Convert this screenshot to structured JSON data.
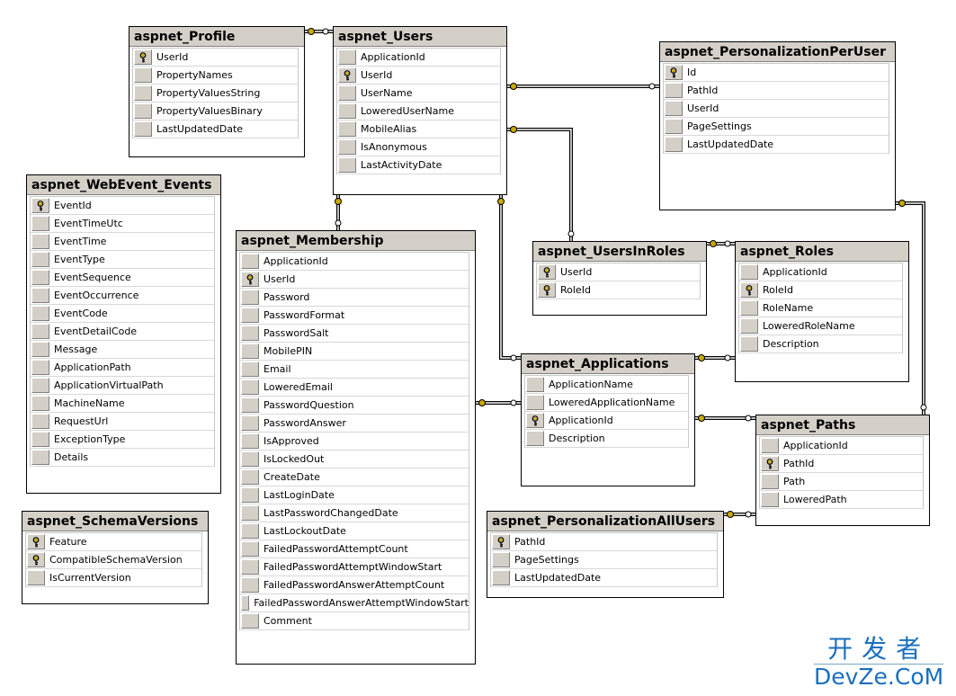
{
  "tables": [
    {
      "name": "aspnet_Profile",
      "columns": [
        {
          "name": "UserId",
          "key": true
        },
        {
          "name": "PropertyNames"
        },
        {
          "name": "PropertyValuesString"
        },
        {
          "name": "PropertyValuesBinary"
        },
        {
          "name": "LastUpdatedDate"
        }
      ]
    },
    {
      "name": "aspnet_Users",
      "columns": [
        {
          "name": "ApplicationId"
        },
        {
          "name": "UserId",
          "key": true
        },
        {
          "name": "UserName"
        },
        {
          "name": "LoweredUserName"
        },
        {
          "name": "MobileAlias"
        },
        {
          "name": "IsAnonymous"
        },
        {
          "name": "LastActivityDate"
        }
      ]
    },
    {
      "name": "aspnet_PersonalizationPerUser",
      "columns": [
        {
          "name": "Id",
          "key": true
        },
        {
          "name": "PathId"
        },
        {
          "name": "UserId"
        },
        {
          "name": "PageSettings"
        },
        {
          "name": "LastUpdatedDate"
        }
      ]
    },
    {
      "name": "aspnet_WebEvent_Events",
      "columns": [
        {
          "name": "EventId",
          "key": true
        },
        {
          "name": "EventTimeUtc"
        },
        {
          "name": "EventTime"
        },
        {
          "name": "EventType"
        },
        {
          "name": "EventSequence"
        },
        {
          "name": "EventOccurrence"
        },
        {
          "name": "EventCode"
        },
        {
          "name": "EventDetailCode"
        },
        {
          "name": "Message"
        },
        {
          "name": "ApplicationPath"
        },
        {
          "name": "ApplicationVirtualPath"
        },
        {
          "name": "MachineName"
        },
        {
          "name": "RequestUrl"
        },
        {
          "name": "ExceptionType"
        },
        {
          "name": "Details"
        }
      ]
    },
    {
      "name": "aspnet_Membership",
      "columns": [
        {
          "name": "ApplicationId"
        },
        {
          "name": "UserId",
          "key": true
        },
        {
          "name": "Password"
        },
        {
          "name": "PasswordFormat"
        },
        {
          "name": "PasswordSalt"
        },
        {
          "name": "MobilePIN"
        },
        {
          "name": "Email"
        },
        {
          "name": "LoweredEmail"
        },
        {
          "name": "PasswordQuestion"
        },
        {
          "name": "PasswordAnswer"
        },
        {
          "name": "IsApproved"
        },
        {
          "name": "IsLockedOut"
        },
        {
          "name": "CreateDate"
        },
        {
          "name": "LastLoginDate"
        },
        {
          "name": "LastPasswordChangedDate"
        },
        {
          "name": "LastLockoutDate"
        },
        {
          "name": "FailedPasswordAttemptCount"
        },
        {
          "name": "FailedPasswordAttemptWindowStart"
        },
        {
          "name": "FailedPasswordAnswerAttemptCount"
        },
        {
          "name": "FailedPasswordAnswerAttemptWindowStart"
        },
        {
          "name": "Comment"
        }
      ]
    },
    {
      "name": "aspnet_UsersInRoles",
      "columns": [
        {
          "name": "UserId",
          "key": true
        },
        {
          "name": "RoleId",
          "key": true
        }
      ]
    },
    {
      "name": "aspnet_Roles",
      "columns": [
        {
          "name": "ApplicationId"
        },
        {
          "name": "RoleId",
          "key": true
        },
        {
          "name": "RoleName"
        },
        {
          "name": "LoweredRoleName"
        },
        {
          "name": "Description"
        }
      ]
    },
    {
      "name": "aspnet_Applications",
      "columns": [
        {
          "name": "ApplicationName"
        },
        {
          "name": "LoweredApplicationName"
        },
        {
          "name": "ApplicationId",
          "key": true
        },
        {
          "name": "Description"
        }
      ]
    },
    {
      "name": "aspnet_Paths",
      "columns": [
        {
          "name": "ApplicationId"
        },
        {
          "name": "PathId",
          "key": true
        },
        {
          "name": "Path"
        },
        {
          "name": "LoweredPath"
        }
      ]
    },
    {
      "name": "aspnet_PersonalizationAllUsers",
      "columns": [
        {
          "name": "PathId",
          "key": true
        },
        {
          "name": "PageSettings"
        },
        {
          "name": "LastUpdatedDate"
        }
      ]
    },
    {
      "name": "aspnet_SchemaVersions",
      "columns": [
        {
          "name": "Feature",
          "key": true
        },
        {
          "name": "CompatibleSchemaVersion",
          "key": true
        },
        {
          "name": "IsCurrentVersion"
        }
      ]
    }
  ],
  "watermark": {
    "cn": "开发者",
    "en": "DevZe.CoM"
  },
  "colors": {
    "key": "#c9a800",
    "header": "#d4d0c8"
  }
}
